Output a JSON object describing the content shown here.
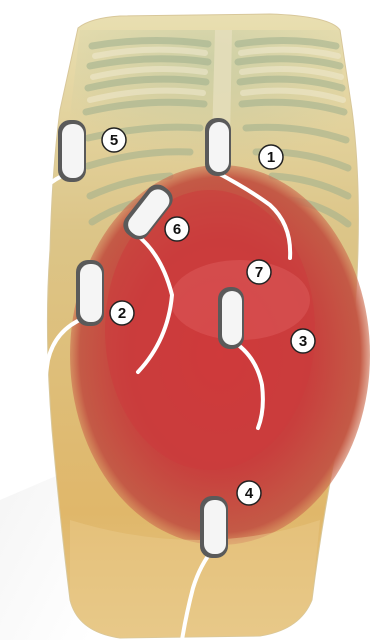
{
  "figure": {
    "markers": [
      {
        "id": "marker-1",
        "label": "1"
      },
      {
        "id": "marker-2",
        "label": "2"
      },
      {
        "id": "marker-3",
        "label": "3"
      },
      {
        "id": "marker-4",
        "label": "4"
      },
      {
        "id": "marker-5",
        "label": "5"
      },
      {
        "id": "marker-6",
        "label": "6"
      },
      {
        "id": "marker-7",
        "label": "7"
      }
    ]
  }
}
